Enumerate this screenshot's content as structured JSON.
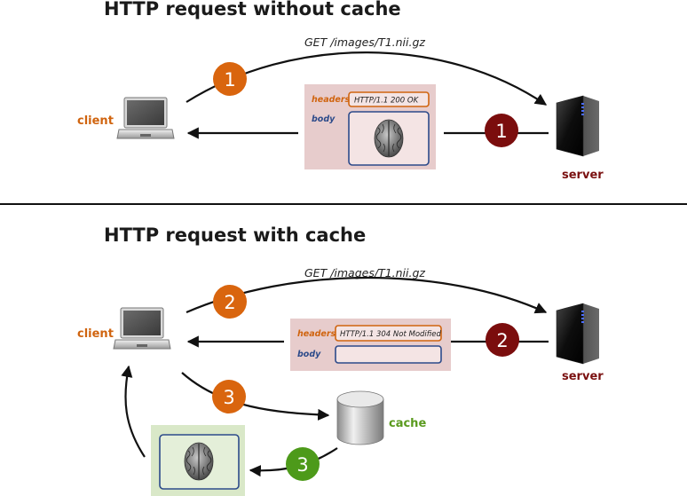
{
  "section_without_cache": {
    "title": "HTTP request without cache",
    "request_text": "GET /images/T1.nii.gz",
    "client_label": "client",
    "server_label": "server",
    "response": {
      "headers_label": "headers",
      "status": "HTTP/1.1 200 OK",
      "body_label": "body"
    },
    "step_request": "1",
    "step_response": "1"
  },
  "section_with_cache": {
    "title": "HTTP request with cache",
    "request_text": "GET /images/T1.nii.gz",
    "client_label": "client",
    "server_label": "server",
    "cache_label": "cache",
    "response": {
      "headers_label": "headers",
      "status": "HTTP/1.1 304 Not Modified",
      "body_label": "body"
    },
    "step_request": "2",
    "step_response": "2",
    "step_to_cache": "3",
    "step_from_cache": "3"
  },
  "colors": {
    "orange_step": "#d9650e",
    "darkred_step": "#7b0d0d",
    "green_step": "#4d9a1a",
    "response_bg": "#e7cccc",
    "cached_bg": "#d9e8c8",
    "headers_border": "#d0640f",
    "body_border": "#2c4a8a"
  }
}
